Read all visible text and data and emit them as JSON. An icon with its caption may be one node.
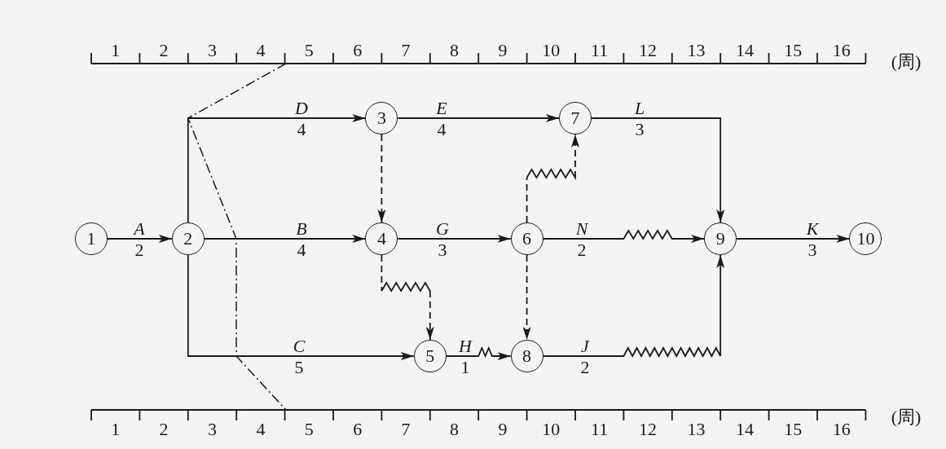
{
  "diagram": {
    "nodes": [
      {
        "text": [
          "1"
        ]
      },
      {
        "text": [
          "2"
        ]
      },
      {
        "text": [
          "3"
        ]
      },
      {
        "text": [
          "4"
        ]
      },
      {
        "text": [
          "5"
        ]
      },
      {
        "text": [
          "6"
        ]
      },
      {
        "text": [
          "7"
        ]
      },
      {
        "text": [
          "8"
        ]
      },
      {
        "text": [
          "9"
        ]
      },
      {
        "text": [
          "10"
        ]
      }
    ],
    "edges": [
      {
        "from": 0,
        "to": 1,
        "arrow": "to",
        "label": "*A* 2"
      },
      {
        "from": 1,
        "to": 2,
        "arrow": "to",
        "label": "*D* 4"
      },
      {
        "from": 1,
        "to": 3,
        "arrow": "to",
        "label": "*B* 4"
      },
      {
        "from": 1,
        "to": 4,
        "arrow": "to",
        "label": "*C* 5"
      },
      {
        "from": 2,
        "to": 6,
        "arrow": "to",
        "label": "*E* 4"
      },
      {
        "from": 2,
        "to": 3,
        "arrow": "to",
        "style": "dashed"
      },
      {
        "from": 3,
        "to": 5,
        "arrow": "to",
        "label": "*G* 3"
      },
      {
        "from": 3,
        "to": 4,
        "arrow": "to",
        "style": "dashed"
      },
      {
        "from": 4,
        "to": 7,
        "arrow": "to",
        "label": "*H* 1"
      },
      {
        "from": 5,
        "to": 6,
        "arrow": "to",
        "style": "dashed"
      },
      {
        "from": 5,
        "to": 8,
        "arrow": "to",
        "label": "*N* 2"
      },
      {
        "from": 5,
        "to": 7,
        "arrow": "to",
        "style": "dashed"
      },
      {
        "from": 6,
        "to": 8,
        "arrow": "to",
        "label": "*L* 3"
      },
      {
        "from": 7,
        "to": 8,
        "arrow": "to",
        "label": "*J* 2"
      },
      {
        "from": 8,
        "to": 9,
        "arrow": "to",
        "label": "*K* 3"
      }
    ],
    "labels": [
      "1",
      "2",
      "3",
      "4",
      "5",
      "6",
      "7",
      "8",
      "9",
      "10",
      "11",
      "12",
      "13",
      "14",
      "15",
      "16",
      "(周)",
      "1",
      "2",
      "3",
      "4",
      "5",
      "6",
      "7",
      "8",
      "9",
      "10",
      "11",
      "12",
      "13",
      "14",
      "15",
      "16",
      "(周)"
    ]
  }
}
